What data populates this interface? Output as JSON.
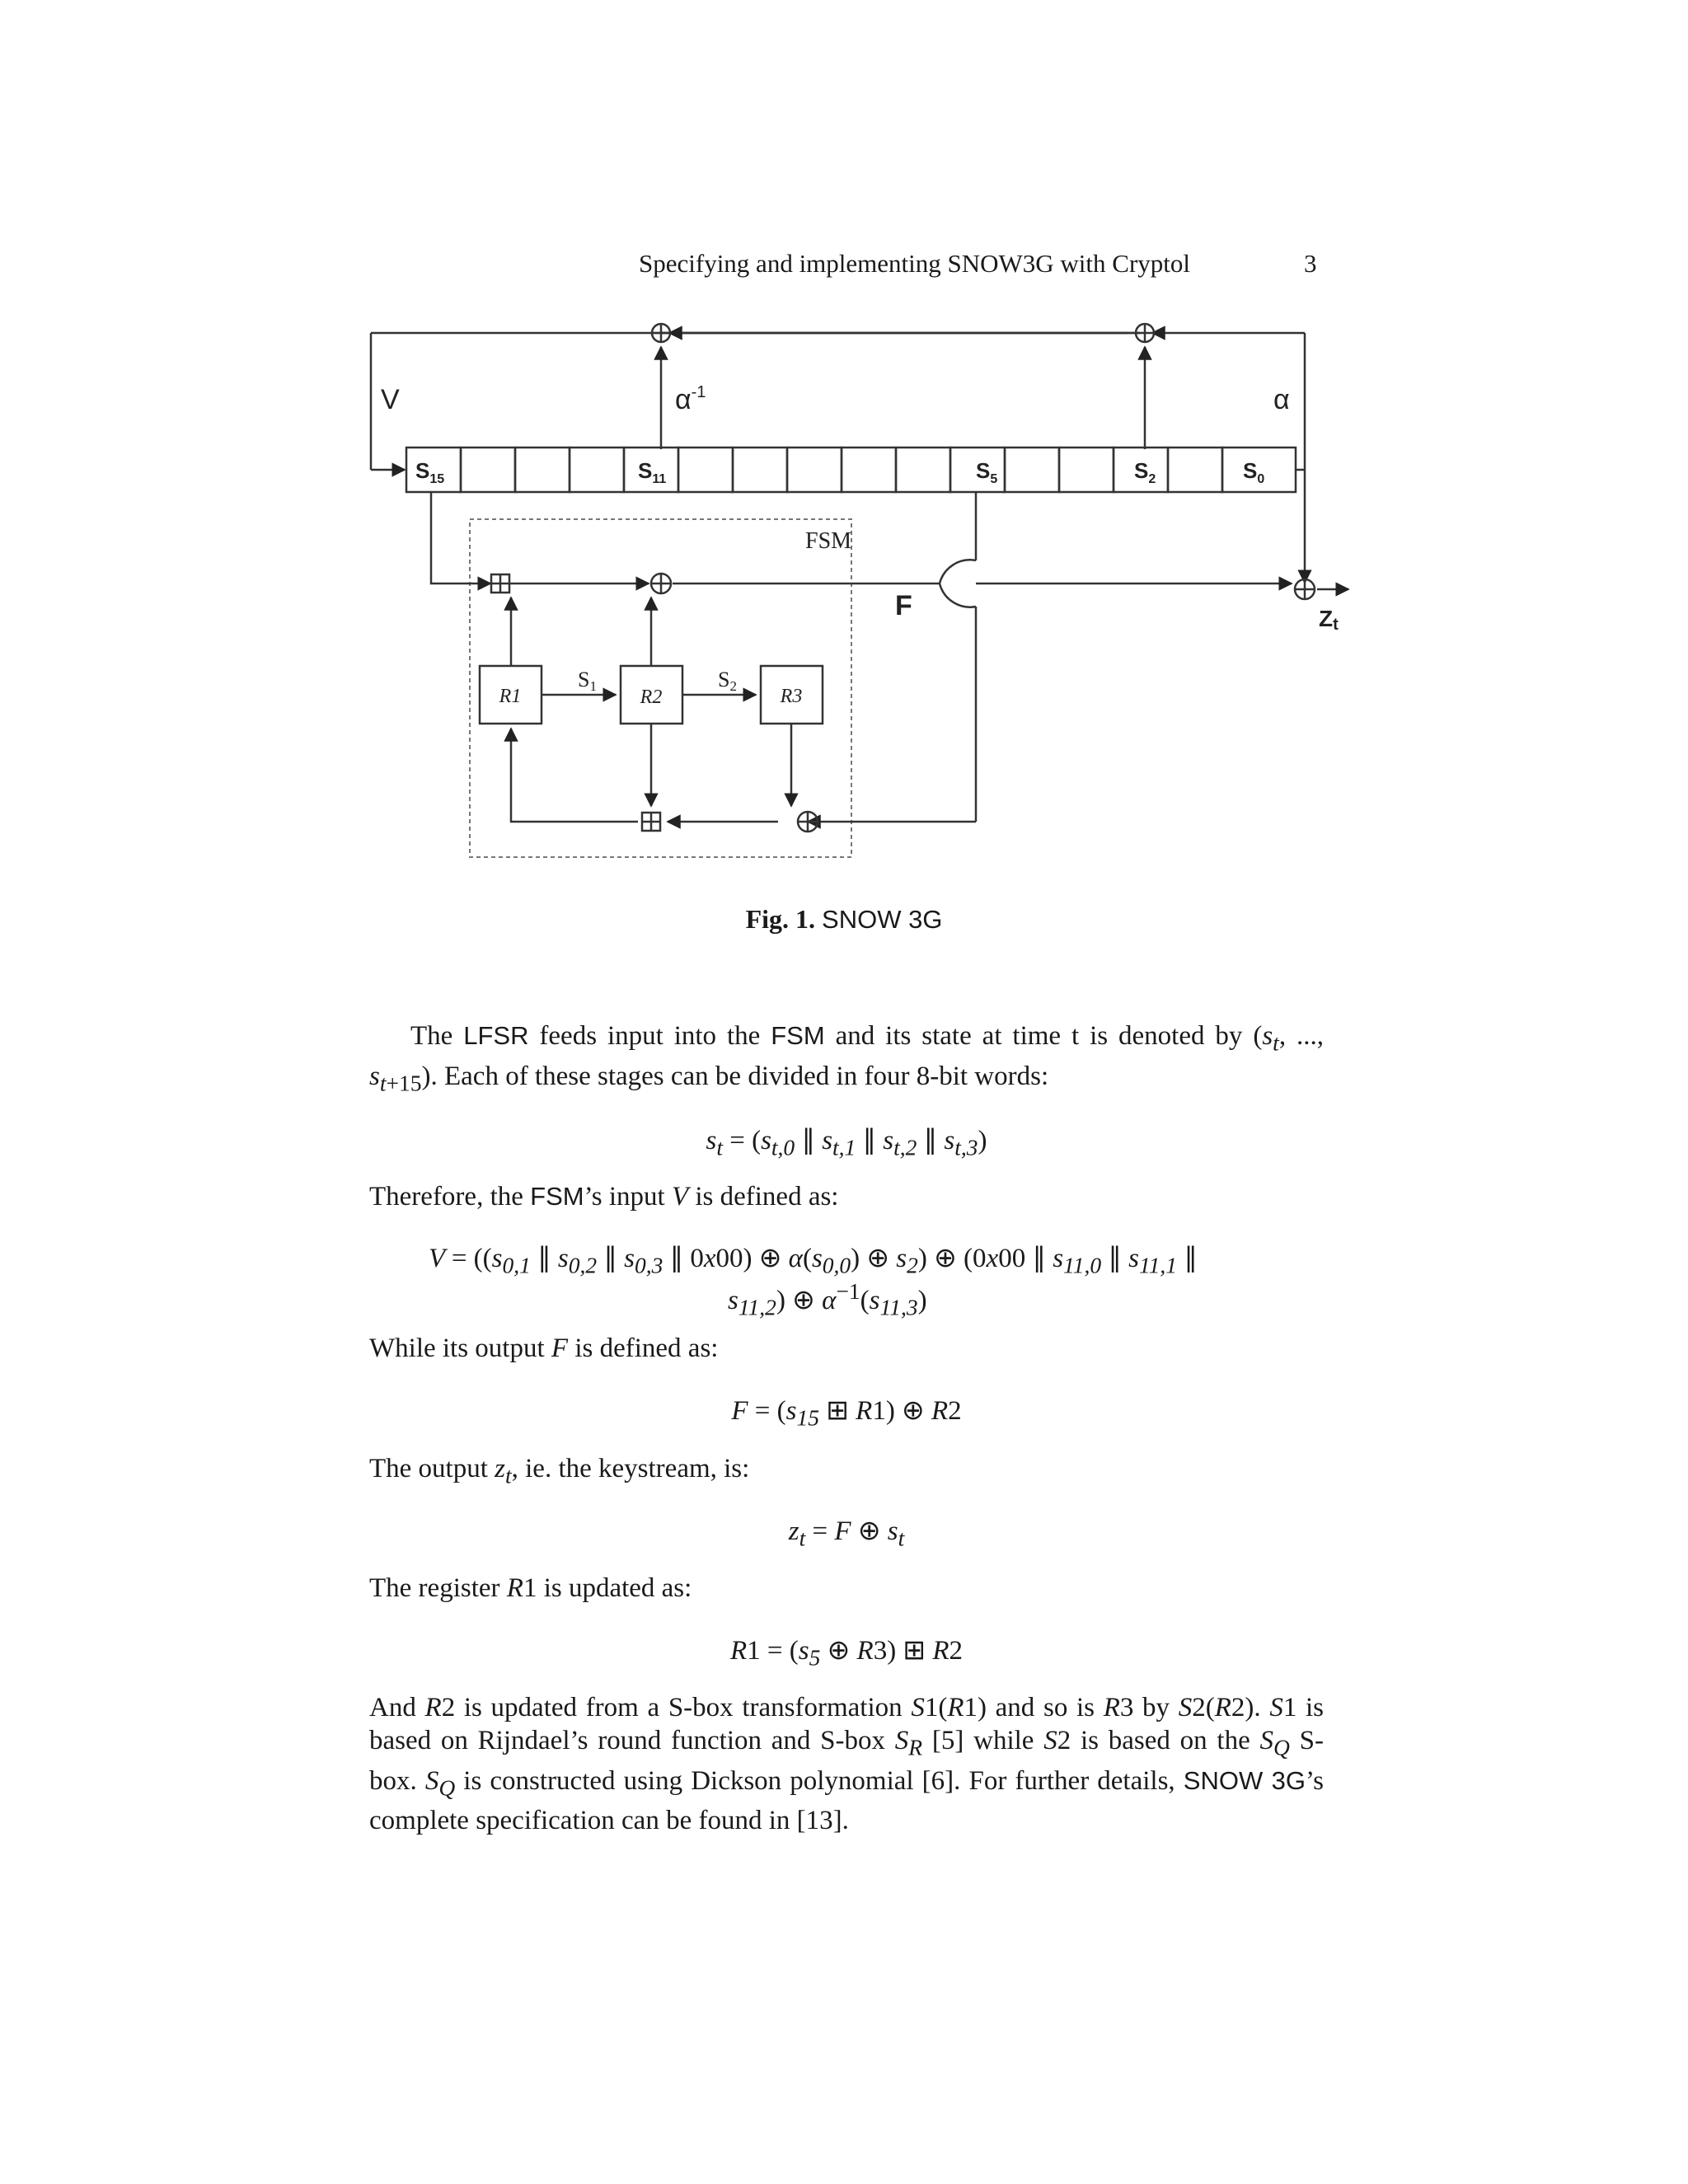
{
  "header": {
    "running_title": "Specifying and implementing SNOW3G with Cryptol",
    "page_number": "3"
  },
  "figure": {
    "labels": {
      "v": "V",
      "alpha_inv": "α-1",
      "alpha": "α",
      "s15": "S15",
      "s11": "S11",
      "s5": "S5",
      "s2": "S2",
      "s0": "S0",
      "fsm": "FSM",
      "f": "F",
      "zt": "Zt",
      "sbox1": "S1",
      "sbox2": "S2",
      "r1": "R1",
      "r2": "R2",
      "r3": "R3"
    },
    "caption_prefix": "Fig. 1.",
    "caption_text": "SNOW 3G"
  },
  "body": {
    "p1": "The LFSR feeds input into the FSM and its state at time t is denoted by (st, ..., st+15). Each of these stages can be divided in four 8-bit words:",
    "eq1": "st = (st,0 ∥ st,1 ∥ st,2 ∥ st,3)",
    "p2": "Therefore, the FSM’s input V is defined as:",
    "eq2_line1": "V = ((s0,1 ∥ s0,2 ∥ s0,3 ∥ 0x00) ⊕ α(s0,0) ⊕ s2) ⊕ (0x00 ∥ s11,0 ∥ s11,1 ∥",
    "eq2_line2": "s11,2) ⊕ α−1(s11,3)",
    "p3": "While its output F is defined as:",
    "eq3": "F = (s15 ⊞ R1) ⊕ R2",
    "p4": "The output zt, ie. the keystream, is:",
    "eq4": "zt = F ⊕ st",
    "p5": "The register R1 is updated as:",
    "eq5": "R1 = (s5 ⊕ R3) ⊞ R2",
    "p6": "And R2 is updated from a S-box transformation S1(R1) and so is R3 by S2(R2). S1 is based on Rijndael’s round function and S-box SR [5] while S2 is based on the SQ S-box. SQ is constructed using Dickson polynomial [6]. For further details, SNOW 3G’s complete specification can be found in [13]."
  }
}
